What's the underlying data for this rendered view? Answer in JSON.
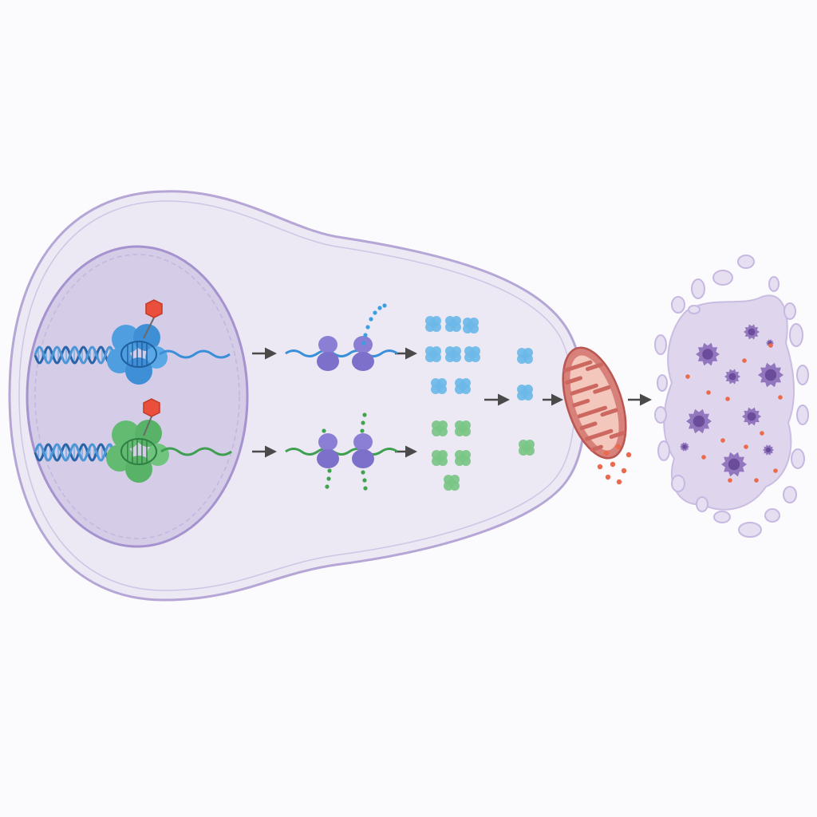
{
  "diagram": {
    "title": "",
    "labels": [],
    "colors": {
      "background": "#fbfafd",
      "cell_fill": "#ece8f4",
      "cell_membrane": "#b5a6d6",
      "nucleus_fill": "#d5cce8",
      "nucleus_membrane": "#a592cf",
      "dna_dark": "#2a64a8",
      "dna_light": "#5ba6e0",
      "complex_blue": "#4f9ee0",
      "complex_green": "#63bb72",
      "modifier_red": "#ea4f3b",
      "ribosome": "#8a7fd4",
      "protein_blue": "#6cb9e8",
      "protein_green": "#79c685",
      "mitochondrion": "#d8807a",
      "mito_inner": "#f3c7bc",
      "release_dots": "#ec6a4c",
      "apoptotic_body": "#7a5aa6",
      "arrow": "#4a4a4a"
    },
    "elements": {
      "pathways": [
        "blue",
        "green"
      ],
      "stages": [
        "chromatin-remodeling",
        "translation",
        "protein-folding",
        "mitochondrial-release",
        "cell-death"
      ]
    }
  }
}
